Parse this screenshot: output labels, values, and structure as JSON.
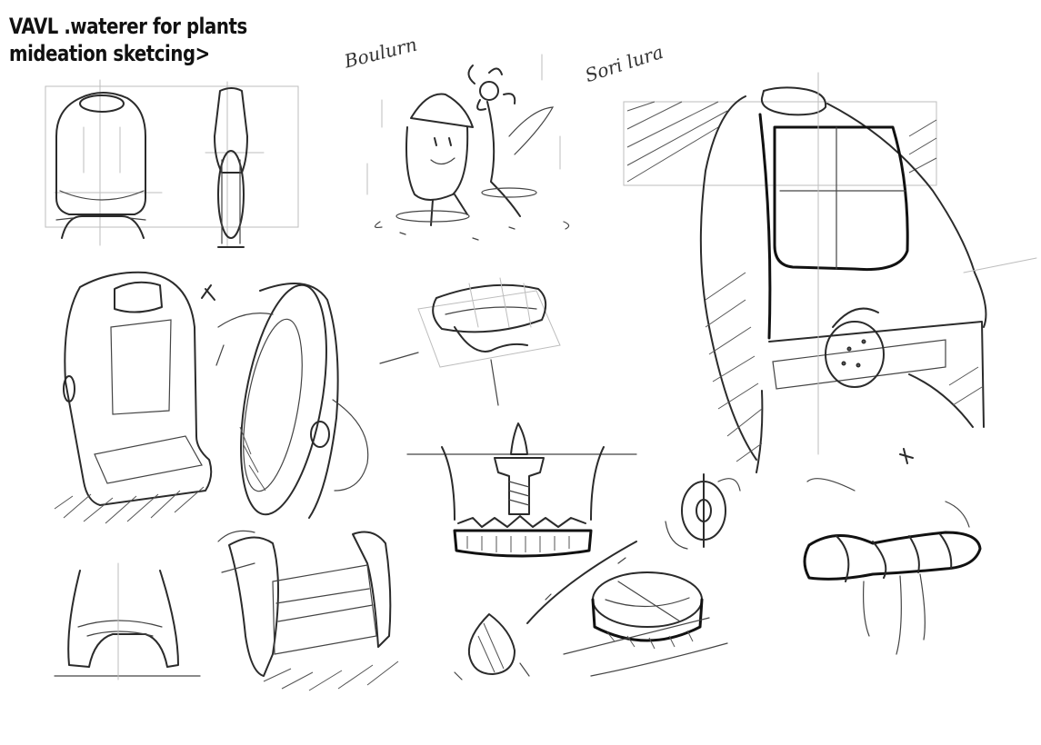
{
  "title": {
    "line1": "VAVL .waterer for plants",
    "line2": "mideation sketcing>"
  },
  "annotations": {
    "left_word": "Boulurn",
    "right_word": "Sori lura"
  },
  "sketches": [
    "front-view",
    "side-view",
    "character-doodle",
    "hero-perspective",
    "perspective-left",
    "perspective-rotated",
    "cap-detail",
    "valve-section",
    "rotation-symbol",
    "twist-symbol",
    "base-front",
    "base-perspective",
    "drop-detail",
    "disc-detail"
  ]
}
